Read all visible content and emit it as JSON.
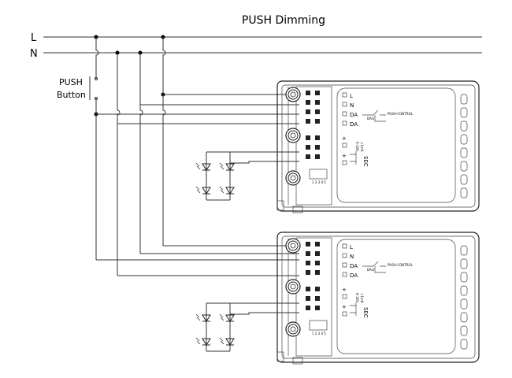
{
  "title": "PUSH  Dimming",
  "mains": {
    "line_label": "L",
    "neutral_label": "N"
  },
  "push_button": {
    "label_line1": "PUSH",
    "label_line2": "Button"
  },
  "drivers": [
    {
      "id": "driver-1",
      "terminals": [
        "L",
        "N",
        "DA",
        "DA"
      ],
      "secondary_labels": [
        "0-10V",
        "<1mA",
        "SEC"
      ],
      "dali_label": "DALI",
      "push_label": "PUSH-CONTROL",
      "dip_numbers": "1 2 3 4 5"
    },
    {
      "id": "driver-2",
      "terminals": [
        "L",
        "N",
        "DA",
        "DA"
      ],
      "secondary_labels": [
        "0-10V",
        "<1mA",
        "SEC"
      ],
      "dali_label": "DALI",
      "push_label": "PUSH-CONTROL",
      "dip_numbers": "1 2 3 4 5"
    }
  ],
  "led_groups": [
    {
      "id": "led-group-1",
      "count": 4
    },
    {
      "id": "led-group-2",
      "count": 4
    }
  ]
}
